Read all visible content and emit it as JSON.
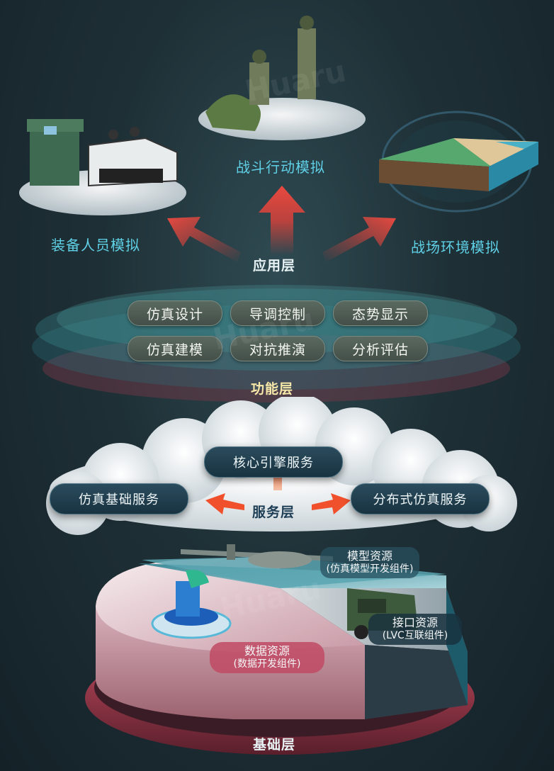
{
  "application_layer": {
    "title": "应用层",
    "items": [
      "装备人员模拟",
      "战斗行动模拟",
      "战场环境模拟"
    ]
  },
  "function_layer": {
    "title": "功能层",
    "items": [
      "仿真设计",
      "导调控制",
      "态势显示",
      "仿真建模",
      "对抗推演",
      "分析评估"
    ]
  },
  "service_layer": {
    "title": "服务层",
    "items": [
      "核心引擎服务",
      "仿真基础服务",
      "分布式仿真服务"
    ]
  },
  "base_layer": {
    "title": "基础层",
    "resources": [
      {
        "name": "模型资源",
        "sub": "(仿真模型开发组件)"
      },
      {
        "name": "接口资源",
        "sub": "(LVC互联组件)"
      },
      {
        "name": "数据资源",
        "sub": "(数据开发组件)"
      }
    ]
  },
  "watermark": "Huaru",
  "colors": {
    "label": "#5fd0e6",
    "arrow": "#e0413a",
    "accent_pink": "#c9495e"
  }
}
